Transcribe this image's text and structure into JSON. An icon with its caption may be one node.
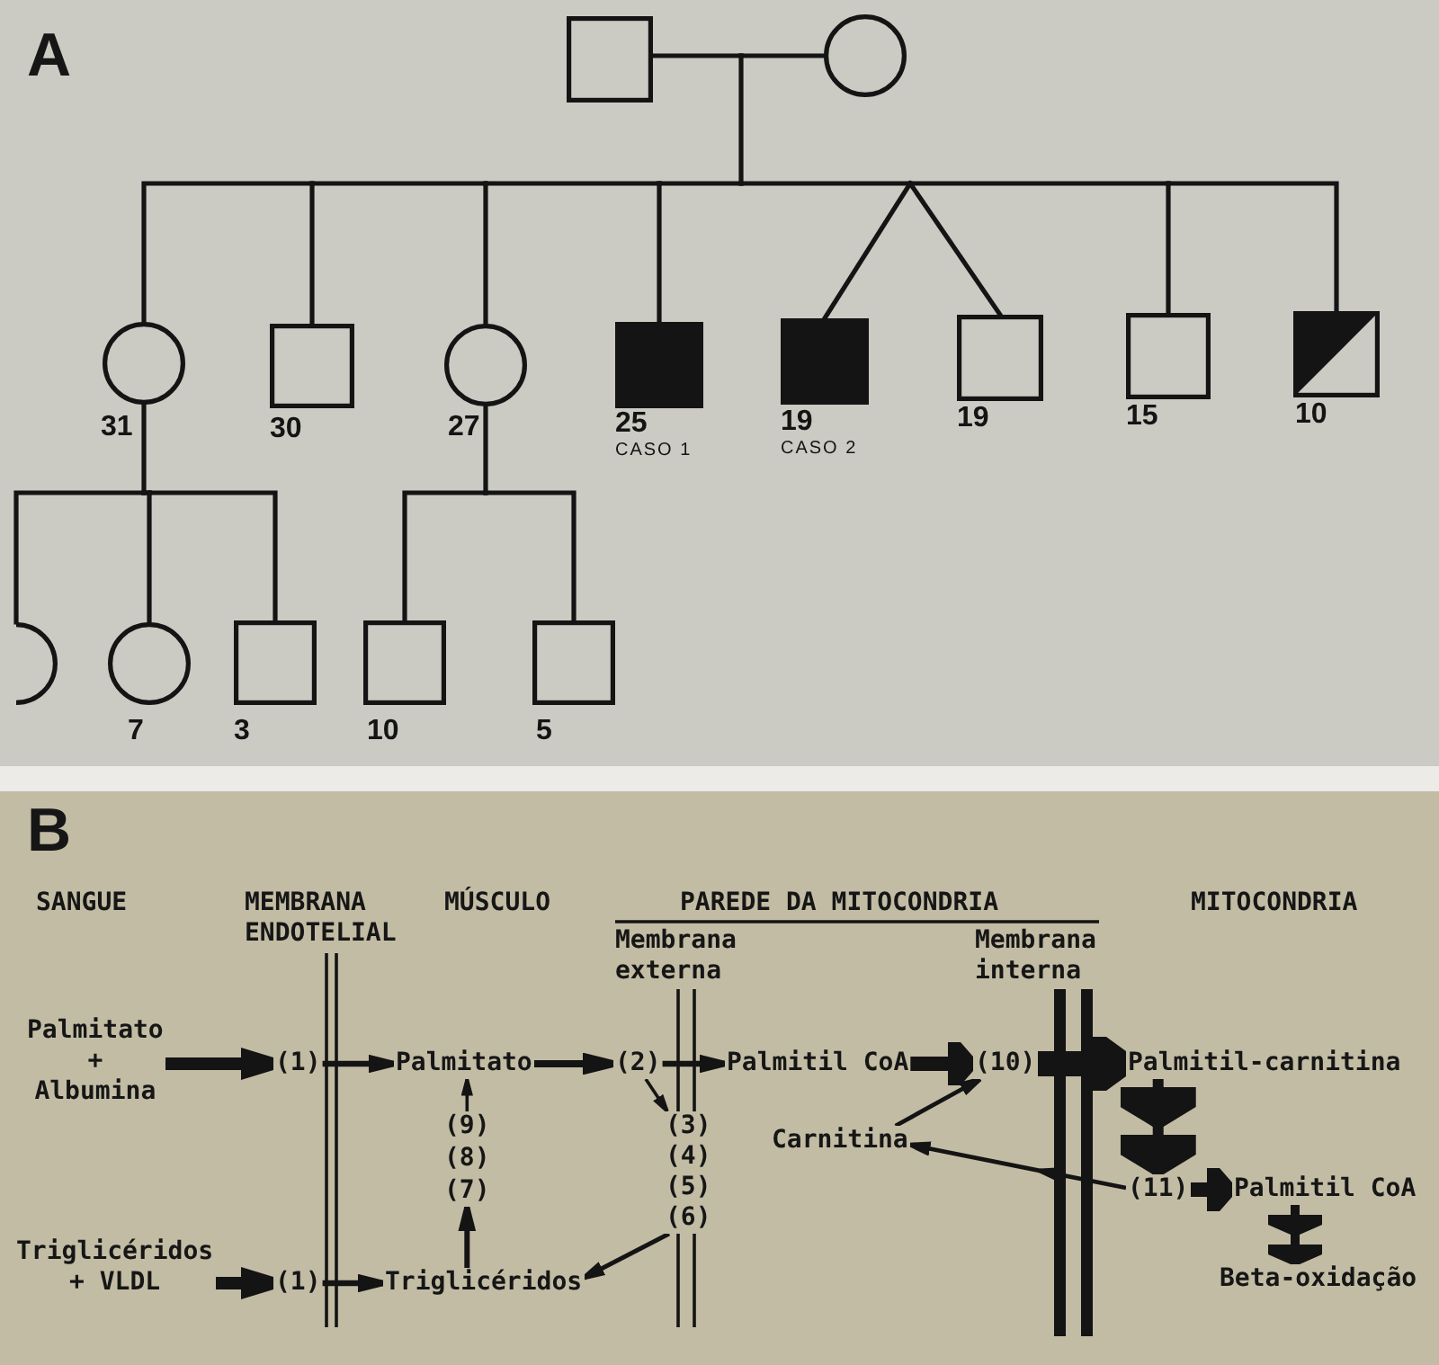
{
  "diagram": {
    "nodes": [
      {
        "text": [],
        "shape": "box"
      },
      {
        "text": [],
        "shape": "circle"
      },
      {
        "text": [],
        "shape": "circle",
        "beside": [
          "31"
        ]
      },
      {
        "text": [],
        "shape": "box",
        "beside": [
          "30"
        ]
      },
      {
        "text": [],
        "shape": "circle",
        "beside": [
          "27"
        ]
      },
      {
        "text": [],
        "shape": "box",
        "beside": [
          "25",
          "CASO 1"
        ]
      },
      {
        "text": [],
        "shape": "box",
        "beside": [
          "19",
          "CASO 2"
        ]
      },
      {
        "text": [],
        "shape": "box",
        "beside": [
          "19"
        ]
      },
      {
        "text": [],
        "shape": "box",
        "beside": [
          "15"
        ]
      },
      {
        "text": [],
        "shape": "box",
        "beside": [
          "10"
        ]
      },
      {
        "text": [],
        "shape": "circle"
      },
      {
        "text": [],
        "shape": "circle",
        "beside": [
          "7"
        ]
      },
      {
        "text": [],
        "shape": "box",
        "beside": [
          "3"
        ]
      },
      {
        "text": [],
        "shape": "box",
        "beside": [
          "10"
        ]
      },
      {
        "text": [],
        "shape": "box",
        "beside": [
          "5"
        ]
      },
      {
        "text": [
          "Palmitato + Albumina"
        ]
      },
      {
        "text": [
          "(1)"
        ]
      },
      {
        "text": [
          "Palmitato"
        ]
      },
      {
        "text": [
          "(2)"
        ]
      },
      {
        "text": [
          "Palmitil CoA"
        ]
      },
      {
        "text": [
          "(10)"
        ]
      },
      {
        "text": [
          "Palmitil-carnitina"
        ]
      },
      {
        "text": [
          "(9)"
        ]
      },
      {
        "text": [
          "(3)"
        ]
      },
      {
        "text": [
          "Carnitina"
        ]
      },
      {
        "text": [
          "(8)"
        ]
      },
      {
        "text": [
          "(4)"
        ]
      },
      {
        "text": [
          "(5)"
        ]
      },
      {
        "text": [
          "(7)"
        ]
      },
      {
        "text": [
          "(11)"
        ]
      },
      {
        "text": [
          "Palmitil CoA"
        ]
      },
      {
        "text": [
          "(6)"
        ]
      },
      {
        "text": [
          "Triglicéridos + VLDL"
        ]
      },
      {
        "text": [
          "(1)"
        ]
      },
      {
        "text": [
          "Triglicéridos"
        ]
      },
      {
        "text": [
          "Beta-oxidação"
        ]
      }
    ],
    "edges": [
      {
        "from": 0,
        "to": 1,
        "arrow": "none"
      },
      {
        "from": 0,
        "to": 2,
        "arrow": "none"
      },
      {
        "from": 0,
        "to": 3,
        "arrow": "none"
      },
      {
        "from": 0,
        "to": 4,
        "arrow": "none"
      },
      {
        "from": 0,
        "to": 5,
        "arrow": "none"
      },
      {
        "from": 0,
        "to": 6,
        "arrow": "none"
      },
      {
        "from": 0,
        "to": 7,
        "arrow": "none"
      },
      {
        "from": 0,
        "to": 8,
        "arrow": "none"
      },
      {
        "from": 0,
        "to": 9,
        "arrow": "none"
      },
      {
        "from": 1,
        "to": 2,
        "arrow": "none"
      },
      {
        "from": 1,
        "to": 3,
        "arrow": "none"
      },
      {
        "from": 1,
        "to": 4,
        "arrow": "none"
      },
      {
        "from": 1,
        "to": 5,
        "arrow": "none"
      },
      {
        "from": 1,
        "to": 6,
        "arrow": "none"
      },
      {
        "from": 1,
        "to": 7,
        "arrow": "none"
      },
      {
        "from": 1,
        "to": 8,
        "arrow": "none"
      },
      {
        "from": 1,
        "to": 9,
        "arrow": "none"
      },
      {
        "from": 2,
        "to": 10,
        "arrow": "none"
      },
      {
        "from": 2,
        "to": 11,
        "arrow": "none"
      },
      {
        "from": 2,
        "to": 12,
        "arrow": "none"
      },
      {
        "from": 4,
        "to": 13,
        "arrow": "none"
      },
      {
        "from": 4,
        "to": 14,
        "arrow": "none"
      },
      {
        "from": 15,
        "to": 16,
        "arrow": "to",
        "style": "thick"
      },
      {
        "from": 16,
        "to": 17,
        "arrow": "to"
      },
      {
        "from": 17,
        "to": 18,
        "arrow": "to"
      },
      {
        "from": 18,
        "to": 19,
        "arrow": "to"
      },
      {
        "from": 18,
        "to": 23,
        "arrow": "to"
      },
      {
        "from": 22,
        "to": 17,
        "arrow": "to"
      },
      {
        "from": 31,
        "to": 34,
        "arrow": "to"
      },
      {
        "from": 34,
        "to": 28,
        "arrow": "to"
      },
      {
        "from": 32,
        "to": 33,
        "arrow": "to",
        "style": "thick"
      },
      {
        "from": 33,
        "to": 34,
        "arrow": "to"
      },
      {
        "from": 19,
        "to": 20,
        "arrow": "to",
        "style": "thick"
      },
      {
        "from": 20,
        "to": 21,
        "arrow": "to",
        "style": "thick"
      },
      {
        "from": 24,
        "to": 20,
        "arrow": "to"
      },
      {
        "from": 29,
        "to": 24,
        "arrow": "to"
      },
      {
        "from": 21,
        "to": 29,
        "arrow": "to",
        "style": "thick"
      },
      {
        "from": 29,
        "to": 30,
        "arrow": "to",
        "style": "thick"
      },
      {
        "from": 30,
        "to": 35,
        "arrow": "to",
        "style": "thick"
      }
    ],
    "labels": [
      "A",
      "B",
      "SANGUE",
      "MEMBRANA ENDOTELIAL",
      "MÚSCULO",
      "PAREDE DA MITOCONDRIA",
      "MITOCONDRIA",
      "Membrana externa",
      "Membrana interna"
    ]
  }
}
